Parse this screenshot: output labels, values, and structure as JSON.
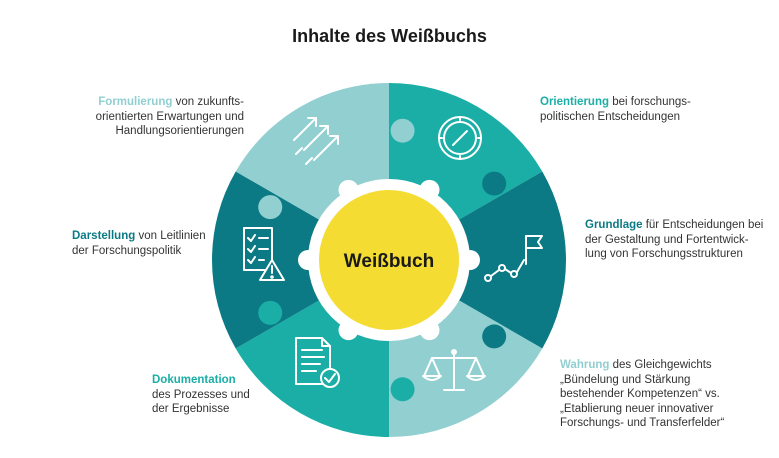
{
  "title": "Inhalte des Weißbuchs",
  "center_label": "Weißbuch",
  "colors": {
    "light_teal": "#91cfd1",
    "teal": "#1aaea6",
    "dark_teal": "#0b7a85",
    "center_yellow": "#f4dc32",
    "icon_white": "#ffffff"
  },
  "segments": [
    {
      "keyword": "Orientierung",
      "keyword_color": "#1aaea6",
      "rest_lines": [
        "bei forschungs-",
        "politischen Entscheidungen"
      ],
      "icon": "compass-icon",
      "fill": "#1aaea6"
    },
    {
      "keyword": "Grundlage",
      "keyword_color": "#0b7a85",
      "rest_lines": [
        "für Entscheidungen bei",
        "der Gestaltung und Fortentwick-",
        "lung von Forschungsstrukturen"
      ],
      "icon": "flag-path-icon",
      "fill": "#0b7a85"
    },
    {
      "keyword": "Wahrung",
      "keyword_color": "#91cfd1",
      "rest_lines": [
        "des Gleichgewichts",
        "„Bündelung und Stärkung",
        "bestehender Kompetenzen“ vs.",
        "„Etablierung neuer innovativer",
        "Forschungs- und Transferfelder“"
      ],
      "icon": "scales-icon",
      "fill": "#91cfd1"
    },
    {
      "keyword": "Dokumentation",
      "keyword_color": "#1aaea6",
      "rest_lines": [
        "des Prozesses und",
        "der Ergebnisse"
      ],
      "icon": "document-check-icon",
      "fill": "#1aaea6"
    },
    {
      "keyword": "Darstellung",
      "keyword_color": "#0b7a85",
      "rest_lines": [
        "von Leitlinien",
        "der Forschungspolitik"
      ],
      "icon": "checklist-warning-icon",
      "fill": "#0b7a85"
    },
    {
      "keyword": "Formulierung",
      "keyword_color": "#91cfd1",
      "rest_lines": [
        "von zukunfts-",
        "orientierten Erwartungen und",
        "Handlungsorientierungen"
      ],
      "icon": "arrows-up-right-icon",
      "fill": "#91cfd1"
    }
  ]
}
